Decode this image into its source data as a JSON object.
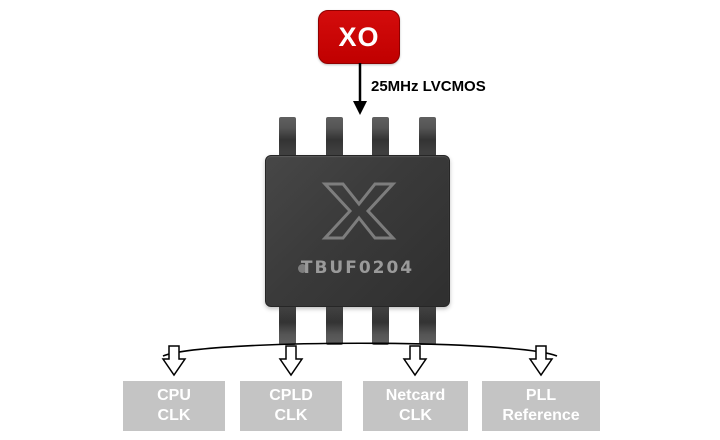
{
  "source": {
    "label": "XO",
    "color": "#c00000"
  },
  "signal": {
    "label": "25MHz LVCMOS"
  },
  "chip": {
    "marking": "TBUF0204",
    "body_color": "#3a3a3a",
    "pin_count": 8
  },
  "outputs": [
    {
      "line1": "CPU",
      "line2": "CLK"
    },
    {
      "line1": "CPLD",
      "line2": "CLK"
    },
    {
      "line1": "Netcard",
      "line2": "CLK"
    },
    {
      "line1": "PLL",
      "line2": "Reference"
    }
  ],
  "output_box_color": "#c4c4c4"
}
